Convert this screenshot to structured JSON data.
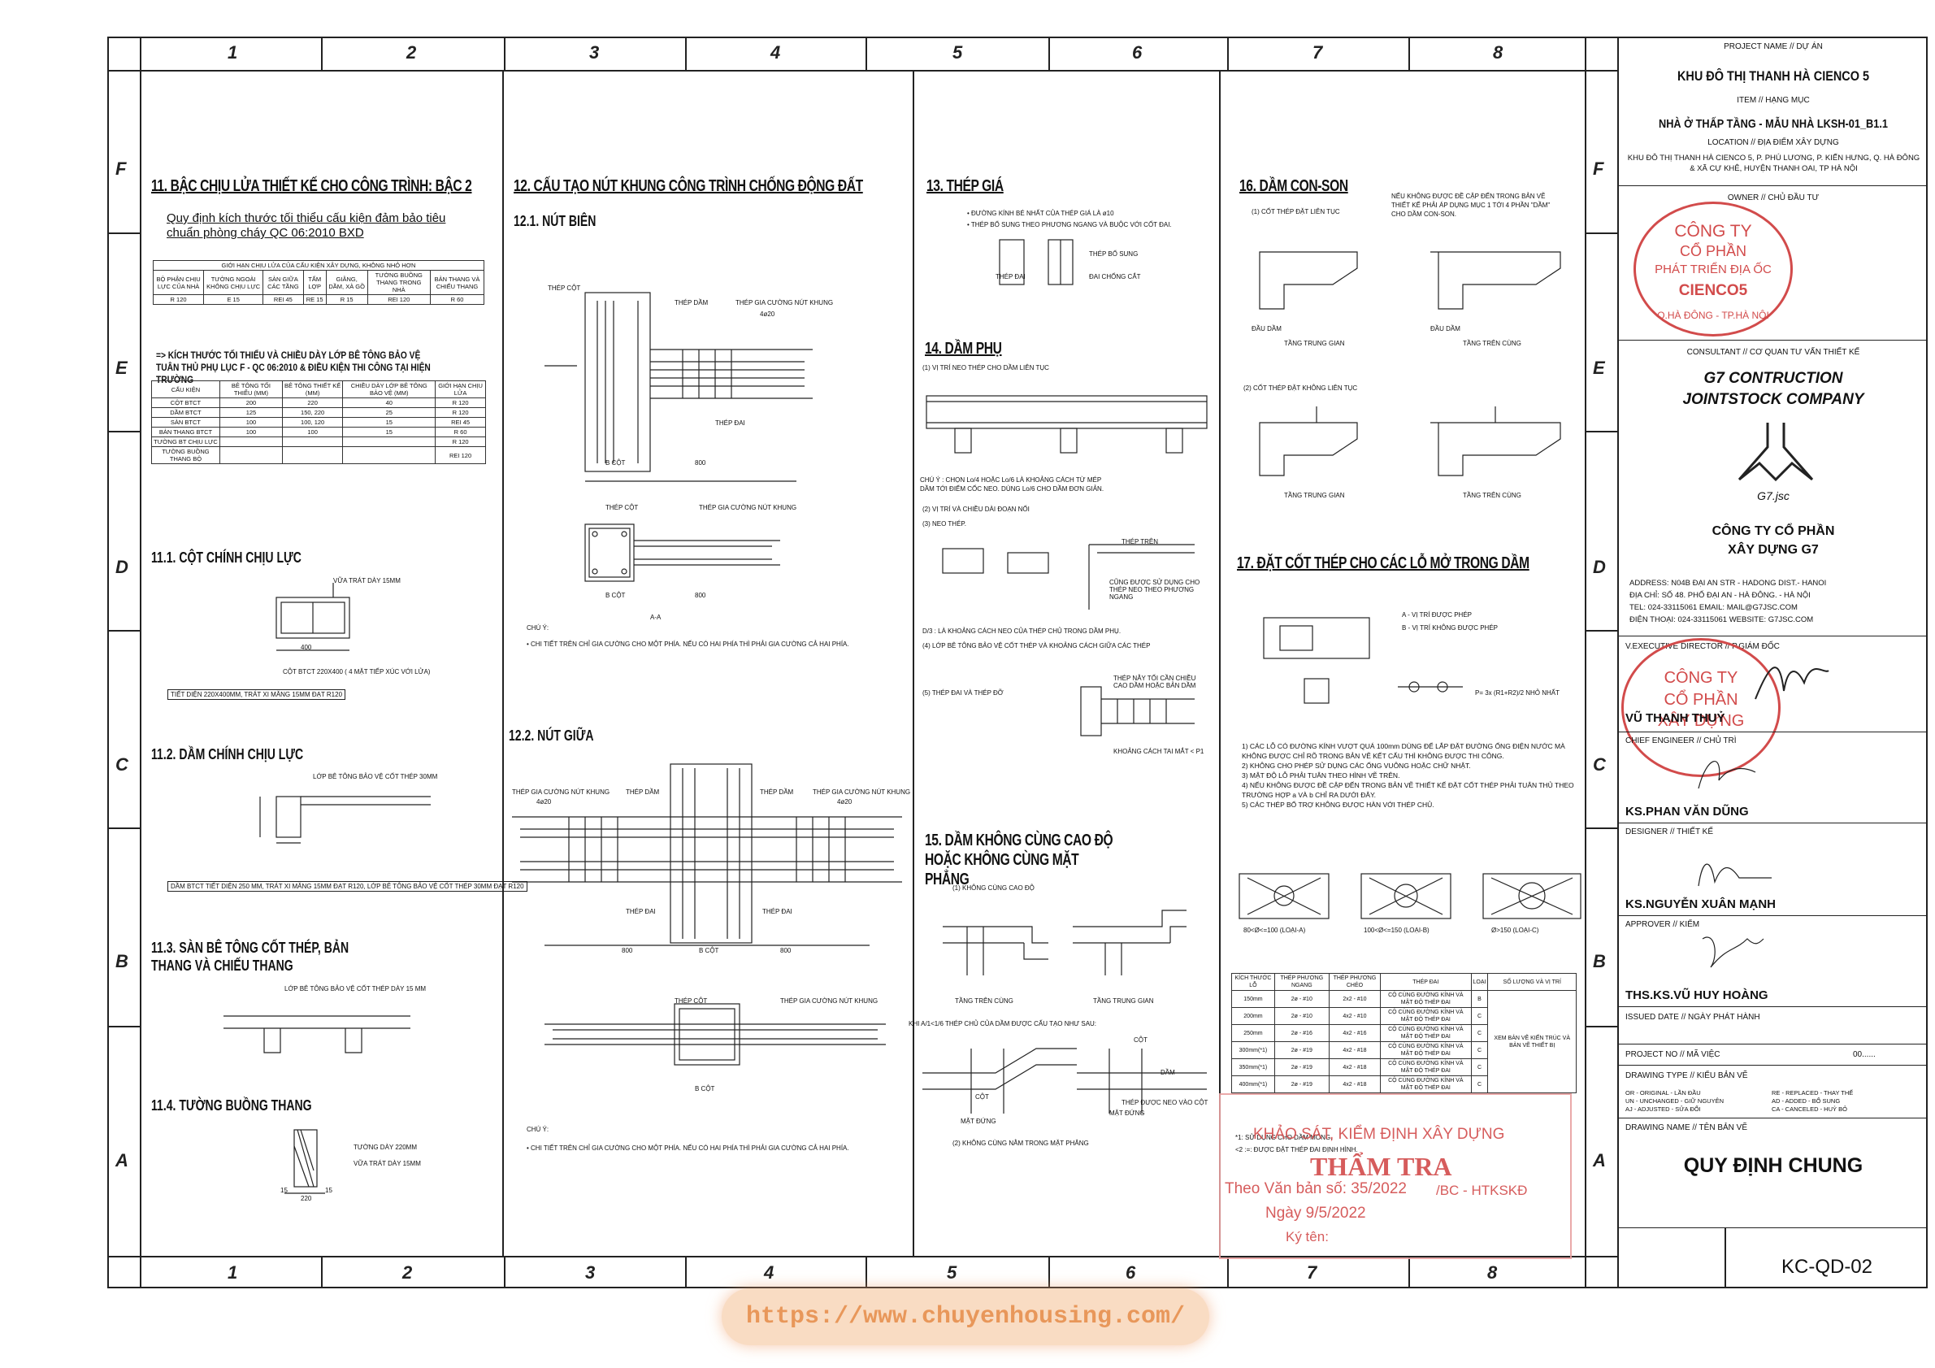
{
  "grid": {
    "cols": [
      "1",
      "2",
      "3",
      "4",
      "5",
      "6",
      "7",
      "8"
    ],
    "rows": [
      "F",
      "E",
      "D",
      "C",
      "B",
      "A"
    ]
  },
  "s11": {
    "title": "11. BẬC CHỊU LỬA THIẾT KẾ CHO CÔNG TRÌNH: BẬC 2",
    "sub": "Quy định kích thước tối thiểu cấu kiện đảm bảo tiêu chuẩn phòng cháy QC 06:2010 BXD",
    "t1_header": "GIỚI HẠN CHỊU LỬA CỦA CẤU KIỆN XÂY DỰNG, KHÔNG NHỎ HƠN",
    "t1_cols": [
      "BỘ PHẬN CHỊU LỰC CỦA NHÀ",
      "TƯỜNG NGOÀI KHÔNG CHỊU LỰC",
      "SÀN GIỮA CÁC TẦNG",
      "TẤM LỢP",
      "GIẰNG, DẦM, XÀ GỒ",
      "TƯỜNG BUỒNG THANG TRONG NHÀ",
      "BẢN THANG VÀ CHIẾU THANG"
    ],
    "t1_vals": [
      "R 120",
      "E 15",
      "REI 45",
      "RE 15",
      "R 15",
      "REI 120",
      "R 60"
    ],
    "note": "=> KÍCH THƯỚC TỐI THIỂU VÀ CHIỀU DÀY LỚP BÊ TÔNG BẢO VỆ TUÂN THỦ PHỤ LỤC F - QC 06:2010 & ĐIỀU KIỆN THI CÔNG TẠI HIỆN TRƯỜNG",
    "t2_cols": [
      "CẤU KIỆN",
      "BÊ TÔNG TỐI THIỂU (MM)",
      "BÊ TÔNG THIẾT KẾ (MM)",
      "CHIỀU DÀY LỚP BÊ TÔNG BẢO VỆ (MM)",
      "GIỚI HẠN CHỊU LỬA"
    ],
    "t2_rows": [
      [
        "CỘT BTCT",
        "200",
        "220",
        "40",
        "R 120"
      ],
      [
        "DẦM BTCT",
        "125",
        "150, 220",
        "25",
        "R 120"
      ],
      [
        "SÀN BTCT",
        "100",
        "100, 120",
        "15",
        "REI 45"
      ],
      [
        "BẢN THANG BTCT",
        "100",
        "100",
        "15",
        "R 60"
      ],
      [
        "TƯỜNG BT CHỊU LỰC",
        "",
        "",
        "",
        "R 120"
      ],
      [
        "TƯỜNG BUỒNG THANG BỘ",
        "",
        "",
        "",
        "REI 120"
      ]
    ]
  },
  "s11_1": {
    "title": "11.1. CỘT CHÍNH CHỊU LỰC",
    "lbl": "VỮA TRÁT DÀY 15MM",
    "cap": "CỘT BTCT 220X400 ( 4 MẶT TIẾP XÚC VỚI LỬA)",
    "box": "TIẾT DIỆN 220X400MM, TRÁT XI MĂNG 15MM ĐẠT R120",
    "dim": "400"
  },
  "s11_2": {
    "title": "11.2. DẦM CHÍNH CHỊU LỰC",
    "lbl": "LỚP BÊ TÔNG BẢO VỆ CỐT THÉP 30MM",
    "box": "DẦM BTCT TIẾT DIỆN 250 MM, TRÁT XI MĂNG 15MM ĐẠT R120, LỚP BÊ TÔNG BẢO VỆ CỐT THÉP 30MM ĐẠT R120"
  },
  "s11_3": {
    "title": "11.3. SÀN BÊ TÔNG CỐT THÉP, BẢN THANG VÀ CHIẾU THANG",
    "lbl": "LỚP BÊ TÔNG BẢO VỆ CỐT THÉP DÀY 15 MM"
  },
  "s11_4": {
    "title": "11.4. TƯỜNG BUỒNG THANG",
    "l1": "TƯỜNG DÀY 220MM",
    "l2": "VỮA TRÁT DÀY 15MM",
    "d1": "15",
    "d2": "220",
    "d3": "15"
  },
  "s12": {
    "title": "12. CẤU TẠO NÚT KHUNG CÔNG TRÌNH CHỐNG ĐỘNG ĐẤT",
    "n1": "12.1. NÚT BIÊN",
    "n2": "12.2. NÚT GIỮA",
    "l_cot": "THÉP CỘT",
    "l_dam": "THÉP DẦM",
    "l_gc": "THÉP GIA CƯỜNG NÚT KHUNG",
    "l_gc2": "4ø20",
    "l_dai": "THÉP ĐAI",
    "l_bcot": "B CỘT",
    "l_800": "800",
    "l_aa": "A-A",
    "note_title": "CHÚ Ý:",
    "note1": "• CHI TIẾT TRÊN CHỈ GIA CƯỜNG CHO MỘT PHÍA. NẾU CÓ HAI PHÍA THÌ PHẢI GIA CƯỜNG CẢ HAI PHÍA."
  },
  "s13": {
    "title": "13. THÉP GIÁ",
    "b1": "• ĐƯỜNG KÍNH BÉ NHẤT CỦA THÉP GIÁ LÀ ø10",
    "b2": "• THÉP BỔ SUNG THEO PHƯƠNG NGANG VÀ BUỘC VỚI CỐT ĐAI.",
    "l1": "THÉP BỔ SUNG",
    "l2": "ĐAI CHỐNG CẮT",
    "l3": "THÉP ĐAI"
  },
  "s14": {
    "title": "14. DẦM PHỤ",
    "i1": "(1) VỊ TRÍ NEO THÉP CHO DẦM LIÊN TỤC",
    "n1": "CHÚ Ý : CHỌN Lo/4 HOẶC Lo/6 LÀ KHOẢNG CÁCH TỪ MÉP DẦM TỚI ĐIỂM CỐC NEO. DÙNG Lo/6 CHO DẦM ĐƠN GIẢN.",
    "i2": "(2) VỊ TRÍ VÀ CHIỀU DÀI ĐOẠN NỐI",
    "i3": "(3) NEO THÉP.",
    "l1": "THÉP TRÊN",
    "l2": "CŨNG ĐƯỢC SỬ DỤNG CHO THÉP NEO THEO PHƯƠNG NGANG",
    "d3": "D/3 : LÀ KHOẢNG CÁCH NEO CỦA THÉP CHỦ TRONG DẦM PHỤ.",
    "i4": "(4) LỚP BÊ TÔNG BẢO VỆ CỐT THÉP VÀ KHOẢNG CÁCH GIỮA CÁC THÉP",
    "i5": "(5) THÉP ĐAI VÀ THÉP ĐỠ",
    "l3": "THÉP NẰY TỐI CẦN CHIỀU CAO DẦM HOẶC BẢN DẦM",
    "l4": "KHOẢNG CÁCH TAI MẮT < P1"
  },
  "s15": {
    "title": "15. DẦM KHÔNG CÙNG CAO ĐỘ HOẶC KHÔNG CÙNG MẶT PHẲNG",
    "i1": "(1) KHÔNG CÙNG CAO ĐỘ",
    "c1": "TẦNG TRÊN CÙNG",
    "c2": "TẦNG TRUNG GIAN",
    "n": "KHI A/1<1/6 THÉP CHỦ CỦA DẦM ĐƯỢC CẤU TẠO NHƯ SAU:",
    "l1": "CỘT",
    "l2": "MẶT ĐỨNG",
    "l3": "DẦM",
    "l4": "THÉP ĐƯỢC NEO VÀO CỘT",
    "i2": "(2) KHÔNG CÙNG NẰM TRONG MẶT PHẲNG"
  },
  "s16": {
    "title": "16. DẦM CON-SON",
    "i1": "(1) CỐT THÉP ĐẶT LIÊN TỤC",
    "n": "NẾU KHÔNG ĐƯỢC ĐỀ CẬP ĐẾN TRONG BẢN VẼ THIẾT KẾ PHẢI ÁP DỤNG MỤC 1 TỚI 4 PHẦN \"DẦM\" CHO DẦM CON-SON.",
    "c1": "TẦNG TRUNG GIAN",
    "c2": "TẦNG TRÊN CÙNG",
    "i2": "(2) CỐT THÉP ĐẶT KHÔNG LIÊN TỤC",
    "l1": "ĐẦU DẦM",
    "l2": "ĐẦU DẦM"
  },
  "s17": {
    "title": "17. ĐẶT CỐT THÉP CHO CÁC LỖ MỞ TRONG DẦM",
    "a": "A - VỊ TRÍ ĐƯỢC PHÉP",
    "b": "B - VỊ TRÍ KHÔNG ĐƯỢC PHÉP",
    "f": "P= 3x (R1+R2)/2  NHỎ NHẤT",
    "notes": [
      "1) CÁC LỖ CÓ ĐƯỜNG KÍNH VƯỢT QUÁ 100mm DÙNG ĐỂ LẮP ĐẶT ĐƯỜNG ỐNG ĐIỆN NƯỚC MÀ KHÔNG ĐƯỢC CHỈ RÕ TRONG BẢN VẼ KẾT CẤU THÌ KHÔNG ĐƯỢC THI CÔNG.",
      "2) KHÔNG CHO PHÉP SỬ DỤNG CÁC ỐNG VUÔNG HOẶC CHỮ NHẬT.",
      "3) MẬT ĐỘ LỖ PHẢI TUÂN THEO HÌNH VẼ TRÊN.",
      "4) NẾU KHÔNG ĐƯỢC ĐỀ CẬP ĐẾN TRONG BẢN VẼ THIẾT KẾ ĐẶT CỐT THÉP PHẢI TUÂN THỦ THEO TRƯỜNG HỢP a VÀ b CHỈ RA DƯỚI ĐÂY.",
      "5) CÁC THÉP BỔ TRỢ KHÔNG ĐƯỢC HÀN VỚI THÉP CHỦ."
    ],
    "cap": [
      "80<Ø<=100 (LOẠI-A)",
      "100<Ø<=150 (LOẠI-B)",
      "Ø>150 (LOẠI-C)"
    ],
    "tcols": [
      "KÍCH THƯỚC LỖ",
      "THÉP PHƯƠNG NGANG",
      "THÉP PHƯƠNG CHÉO",
      "THÉP ĐAI",
      "LOẠI",
      "SỐ LƯỢNG VÀ VỊ TRÍ"
    ],
    "trows": [
      [
        "150mm",
        "2ø - #10",
        "2x2 - #10",
        "CỘ CÙNG ĐƯỜNG KÍNH VÀ MẬT ĐỘ THÉP ĐAI",
        "B"
      ],
      [
        "200mm",
        "2ø - #10",
        "4x2 - #10",
        "CỘ CÙNG ĐƯỜNG KÍNH VÀ MẬT ĐỘ THÉP ĐAI",
        "C"
      ],
      [
        "250mm",
        "2ø - #16",
        "4x2 - #16",
        "CỘ CÙNG ĐƯỜNG KÍNH VÀ MẬT ĐỘ THÉP ĐAI",
        "C"
      ],
      [
        "300mm(*1)",
        "2ø - #19",
        "4x2 - #18",
        "CỘ CÙNG ĐƯỜNG KÍNH VÀ MẬT ĐỘ THÉP ĐAI",
        "C"
      ],
      [
        "350mm(*1)",
        "2ø - #19",
        "4x2 - #18",
        "CỘ CÙNG ĐƯỜNG KÍNH VÀ MẬT ĐỘ THÉP ĐAI",
        "C"
      ],
      [
        "400mm(*1)",
        "2ø - #19",
        "4x2 - #18",
        "CỘ CÙNG ĐƯỜNG KÍNH VÀ MẬT ĐỘ THÉP ĐAI",
        "C"
      ]
    ],
    "tloc": "XEM BẢN VẼ KIẾN TRÚC VÀ BẢN VẼ THIẾT BỊ",
    "tn1": "*1: SỬ DỤNG CHO DẦM MÓNG.",
    "tn2": "<2 :=: ĐƯỢC ĐẶT THÉP ĐAI ĐỊNH HÌNH."
  },
  "tb": {
    "project_lbl": "PROJECT NAME // DỰ ÁN",
    "project": "KHU ĐÔ THỊ THANH HÀ CIENCO 5",
    "item_lbl": "ITEM // HẠNG MỤC",
    "item": "NHÀ Ở THẤP TẦNG - MẪU NHÀ LKSH-01_B1.1",
    "loc_lbl": "LOCATION // ĐỊA ĐIỂM XÂY DỰNG",
    "loc": "KHU ĐÔ THỊ THANH HÀ CIENCO 5, P. PHÚ LƯƠNG, P. KIẾN HƯNG, Q. HÀ ĐÔNG & XÃ CỰ KHÊ, HUYỆN THANH OAI, TP HÀ NỘI",
    "owner_lbl": "OWNER // CHỦ ĐẦU TƯ",
    "owner_stamp": [
      "CÔNG TY",
      "CỔ PHẦN",
      "PHÁT TRIỂN ĐỊA ỐC",
      "CIENCO5"
    ],
    "owner_ring": "Q.HÀ ĐÔNG - TP.HÀ NỘI",
    "cons_lbl": "CONSULTANT // CƠ QUAN TƯ VẤN THIẾT KẾ",
    "cons1": "G7 CONTRUCTION",
    "cons2": "JOINTSTOCK COMPANY",
    "logo": "G7.jsc",
    "co1": "CÔNG TY CỔ PHẦN",
    "co2": "XÂY DỰNG G7",
    "addr": [
      "ADDRESS: N04B ĐẠI AN STR - HADONG DIST.- HANOI",
      "ĐỊA CHỈ: SỐ 48. PHỐ ĐẠI AN - HÀ ĐÔNG. - HÀ NỘI",
      "TEL: 024-33115061  EMAIL: MAIL@G7JSC.COM",
      "ĐIỆN THOẠI: 024-33115061  WEBSITE: G7JSC.COM"
    ],
    "dir_lbl": "V.EXECUTIVE DIRECTOR // P.GIÁM ĐỐC",
    "dir": "VŨ THANH THUỶ",
    "dir_stamp": [
      "CÔNG TY",
      "CỔ PHẦN",
      "XÂY DỰNG"
    ],
    "ce_lbl": "CHIEF ENGINEER // CHỦ TRÌ",
    "ce": "KS.PHAN VĂN DŨNG",
    "des_lbl": "DESIGNER // THIẾT KẾ",
    "des": "KS.NGUYỄN XUÂN MẠNH",
    "app_lbl": "APPROVER // KIỂM",
    "app": "THS.KS.VŨ HUY HOÀNG",
    "issue_lbl": "ISSUED DATE // NGÀY PHÁT HÀNH",
    "pno_lbl": "PROJECT NO // MÃ VIỆC",
    "pno": "00......",
    "dtype_lbl": "DRAWING TYPE // KIỂU BẢN VẼ",
    "dtypes": [
      "OR - ORIGINAL - LẦN ĐẦU",
      "UN - UNCHANGED - GIỮ NGUYÊN",
      "AJ - ADJUSTED - SỬA ĐỔI",
      "RE - REPLACED - THAY THẾ",
      "AD - ADDED - BỔ SUNG",
      "CA - CANCELED - HUỶ BỎ"
    ],
    "dname_lbl": "DRAWING NAME // TÊN BẢN VẼ",
    "dname": "QUY ĐỊNH CHUNG",
    "dno": "KC-QD-02"
  },
  "stamp2": {
    "l1": "KHẢO SÁT, KIỂM ĐỊNH XÂY DỰNG",
    "l2": "THẨM TRA",
    "l3": "Theo Văn bản số: 35/2022",
    "l3b": "/BC - HTKSKĐ",
    "l4": "Ngày 9/5/2022",
    "l5": "Ký tên:"
  },
  "url": "https://www.chuyenhousing.com/"
}
